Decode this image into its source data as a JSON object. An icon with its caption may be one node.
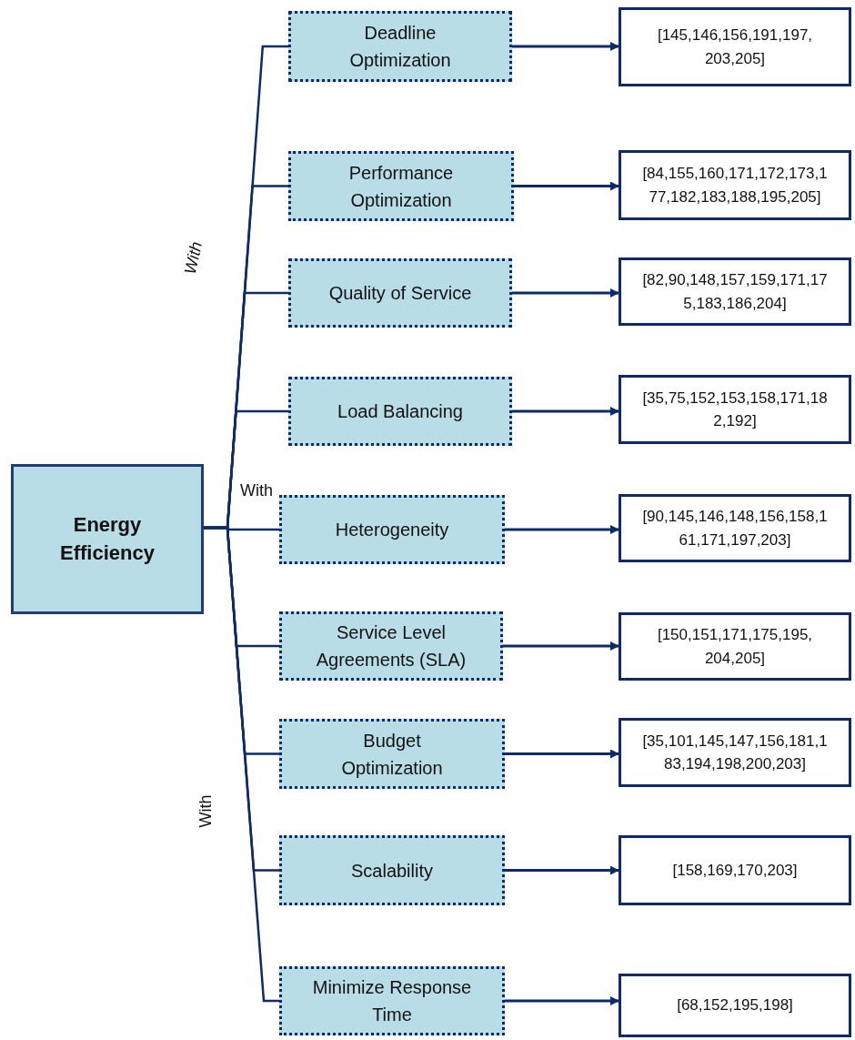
{
  "diagram": {
    "nodes": [
      {
        "text": [
          "Energy Efficiency"
        ]
      },
      {
        "text": [
          "Deadline Optimization"
        ]
      },
      {
        "text": [
          "Performance Optimization"
        ]
      },
      {
        "text": [
          "Quality of Service"
        ]
      },
      {
        "text": [
          "Load Balancing"
        ]
      },
      {
        "text": [
          "Heterogeneity"
        ]
      },
      {
        "text": [
          "Service Level Agreements (SLA)"
        ]
      },
      {
        "text": [
          "Budget Optimization"
        ]
      },
      {
        "text": [
          "Scalability"
        ]
      },
      {
        "text": [
          "Minimize Response Time"
        ]
      },
      {
        "text": [
          "[145,146,156,191,197, 203,205]"
        ]
      },
      {
        "text": [
          "[84,155,160,171,172,173,1 77,182,183,188,195,205]"
        ]
      },
      {
        "text": [
          "[82,90,148,157,159,171,17 5,183,186,204]"
        ]
      },
      {
        "text": [
          "[35,75,152,153,158,171,18 2,192]"
        ]
      },
      {
        "text": [
          "[90,145,146,148,156,158,1 61,171,197,203]"
        ]
      },
      {
        "text": [
          "[150,151,171,175,195, 204,205]"
        ]
      },
      {
        "text": [
          "[35,101,145,147,156,181,1 83,194,198,200,203]"
        ]
      },
      {
        "text": [
          "[158,169,170,203]"
        ]
      },
      {
        "text": [
          "[68,152,195,198]"
        ]
      }
    ],
    "edges": [
      {
        "from": 0,
        "to": 1,
        "arrow": "none"
      },
      {
        "from": 0,
        "to": 2,
        "arrow": "none"
      },
      {
        "from": 0,
        "to": 3,
        "arrow": "none"
      },
      {
        "from": 0,
        "to": 4,
        "arrow": "none"
      },
      {
        "from": 0,
        "to": 5,
        "arrow": "none"
      },
      {
        "from": 0,
        "to": 6,
        "arrow": "none"
      },
      {
        "from": 0,
        "to": 7,
        "arrow": "none"
      },
      {
        "from": 0,
        "to": 8,
        "arrow": "none"
      },
      {
        "from": 0,
        "to": 9,
        "arrow": "none"
      },
      {
        "from": 1,
        "to": 10,
        "arrow": "to"
      },
      {
        "from": 2,
        "to": 11,
        "arrow": "to"
      },
      {
        "from": 3,
        "to": 12,
        "arrow": "to"
      },
      {
        "from": 4,
        "to": 13,
        "arrow": "to"
      },
      {
        "from": 5,
        "to": 14,
        "arrow": "to"
      },
      {
        "from": 6,
        "to": 15,
        "arrow": "to"
      },
      {
        "from": 7,
        "to": 16,
        "arrow": "to"
      },
      {
        "from": 8,
        "to": 17,
        "arrow": "to"
      },
      {
        "from": 9,
        "to": 18,
        "arrow": "to"
      }
    ],
    "labels": [
      "With",
      "With",
      "With"
    ]
  }
}
